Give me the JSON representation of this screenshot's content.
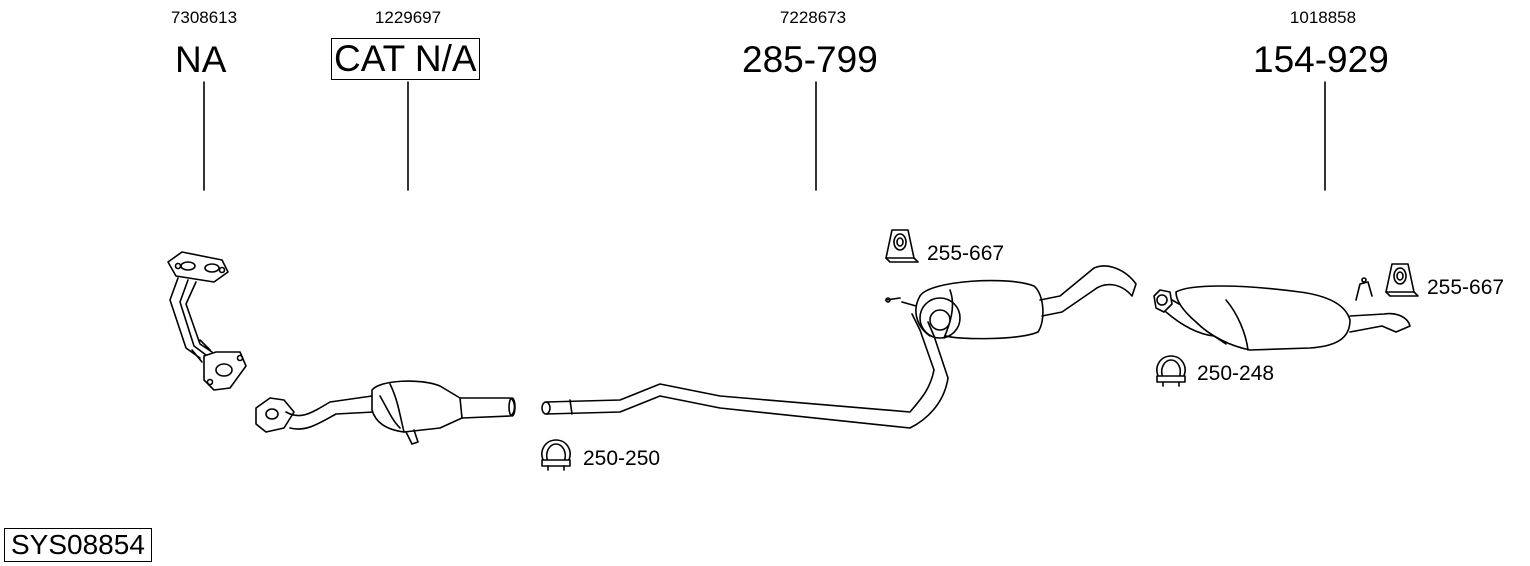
{
  "system_code": "SYS08854",
  "positions": [
    {
      "oe": "7308613",
      "part": "NA",
      "boxed": false
    },
    {
      "oe": "1229697",
      "part": "CAT N/A",
      "boxed": true
    },
    {
      "oe": "7228673",
      "part": "285-799",
      "boxed": false
    },
    {
      "oe": "1018858",
      "part": "154-929",
      "boxed": false
    }
  ],
  "accessories": [
    {
      "part": "255-667",
      "icon": "rubber-hanger-icon"
    },
    {
      "part": "255-667",
      "icon": "rubber-hanger-icon"
    },
    {
      "part": "250-248",
      "icon": "pipe-clamp-icon"
    },
    {
      "part": "250-250",
      "icon": "pipe-clamp-icon"
    }
  ]
}
